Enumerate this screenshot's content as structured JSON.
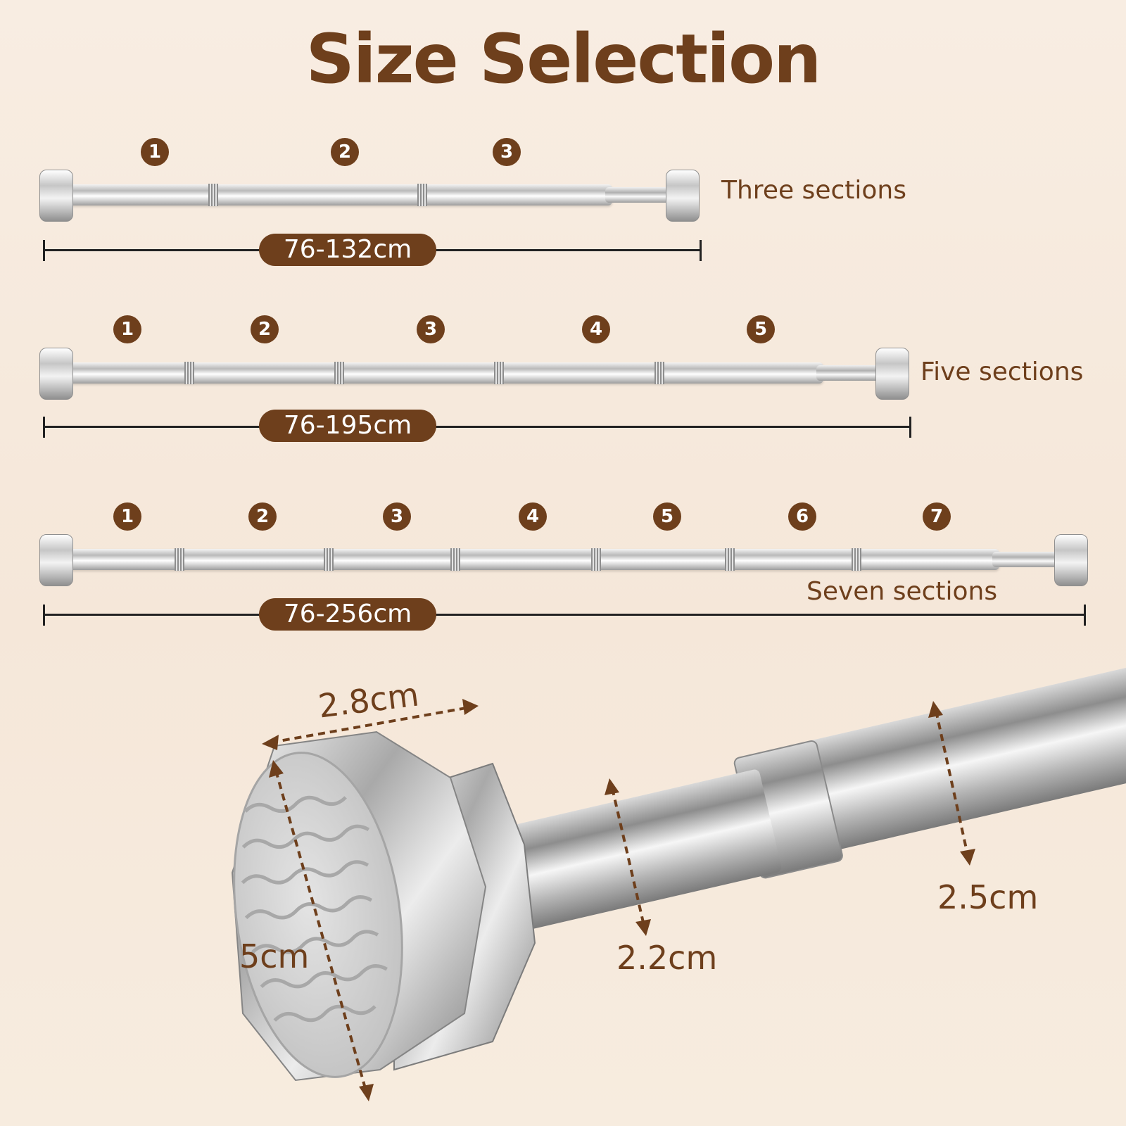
{
  "title": "Size Selection",
  "options": [
    {
      "label": "Three sections",
      "range": "76-132cm",
      "markers": [
        "1",
        "2",
        "3"
      ]
    },
    {
      "label": "Five sections",
      "range": "76-195cm",
      "markers": [
        "1",
        "2",
        "3",
        "4",
        "5"
      ]
    },
    {
      "label": "Seven sections",
      "range": "76-256cm",
      "markers": [
        "1",
        "2",
        "3",
        "4",
        "5",
        "6",
        "7"
      ]
    }
  ],
  "dimensions": {
    "cap_depth": "2.8cm",
    "cap_diameter": "5cm",
    "inner_tube": "2.2cm",
    "outer_tube": "2.5cm"
  },
  "colors": {
    "accent": "#6e3f1c",
    "background": "#f7ecdf"
  }
}
